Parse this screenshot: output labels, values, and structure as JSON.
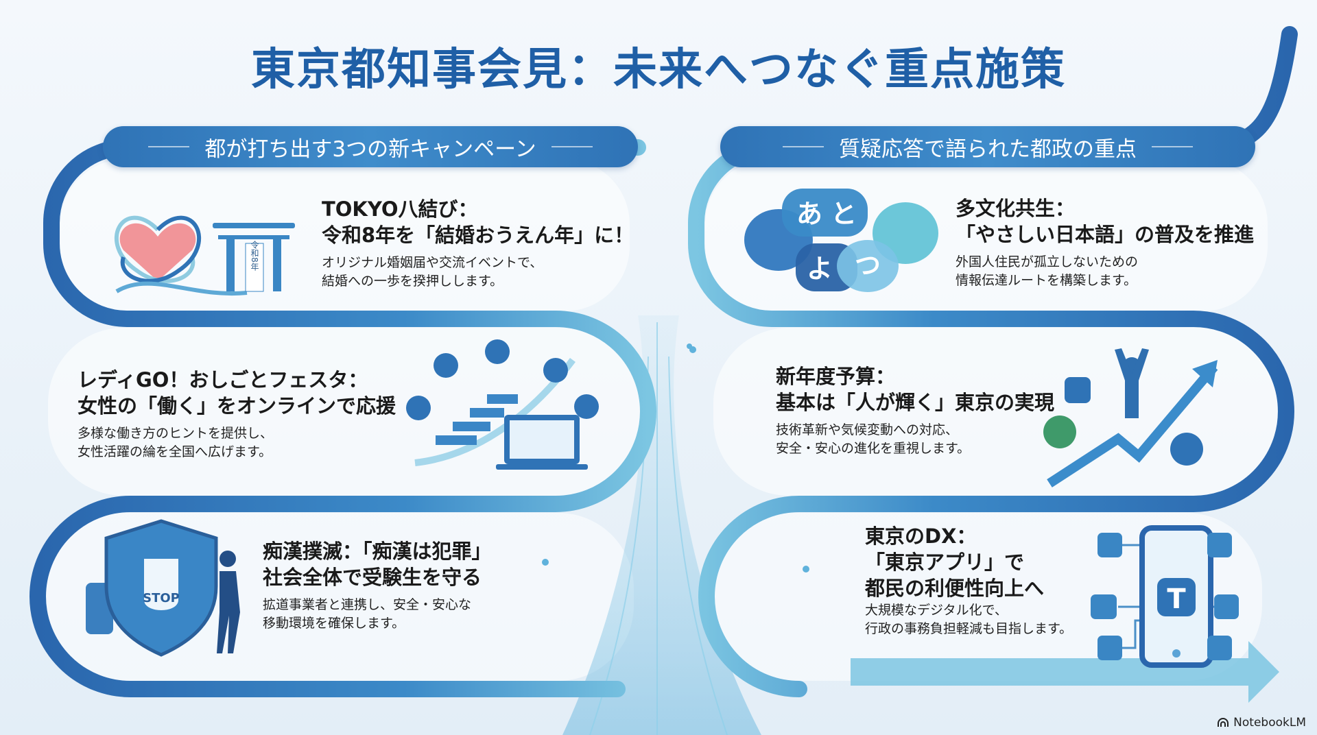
{
  "title": "東京都知事会見：未来へつなぐ重点施策",
  "left_section": {
    "heading": "都が打ち出す3つの新キャンペーン",
    "items": [
      {
        "title_lines": [
          "TOKYO八結び：",
          "令和8年を「結婚おうえん年」に！"
        ],
        "desc_lines": [
          "オリジナル婚姻届や交流イベントで、",
          "結婚への一歩を揆押しします。"
        ],
        "icon_text": "令和8年"
      },
      {
        "title_lines": [
          "レディGO！おしごとフェスタ：",
          "女性の「働く」をオンラインで応援"
        ],
        "desc_lines": [
          "多様な働き方のヒントを提供し、",
          "女性活躍の綸を全国へ広げます。"
        ]
      },
      {
        "title_lines": [
          "痴漢撲滅：「痴漢は犯罪」",
          "社会全体で受験生を守る"
        ],
        "desc_lines": [
          "拡道事業者と連携し、安全・安心な",
          "移動環境を確保します。"
        ],
        "icon_text": "STOP"
      }
    ]
  },
  "right_section": {
    "heading": "質疑応答で語られた都政の重点",
    "items": [
      {
        "title_lines": [
          "多文化共生：",
          "「やさしい日本語」の普及を推進"
        ],
        "desc_lines": [
          "外国人住民が孤立しないための",
          "情報伝達ルートを構築します。"
        ],
        "icon_chars": [
          "あ",
          "と",
          "よ",
          "つ"
        ]
      },
      {
        "title_lines": [
          "新年度予算：",
          "基本は「人が輝く」東京の実現"
        ],
        "desc_lines": [
          "技術革新や気候変動への対応、",
          "安全・安心の進化を重視します。"
        ]
      },
      {
        "title_lines": [
          "東京のDX：",
          "「東京アプリ」で",
          "都民の利便性向上へ"
        ],
        "desc_lines": [
          "大規模なデジタル化で、",
          "行政の事務負担軽減も目指します。"
        ],
        "icon_text": "T"
      }
    ]
  },
  "credit": "NotebookLM",
  "colors": {
    "title": "#1f5fa6",
    "band": "#2f73b6",
    "track": "#2d6fb3",
    "light": "#7cc3e0",
    "heart": "#f08a8e"
  }
}
